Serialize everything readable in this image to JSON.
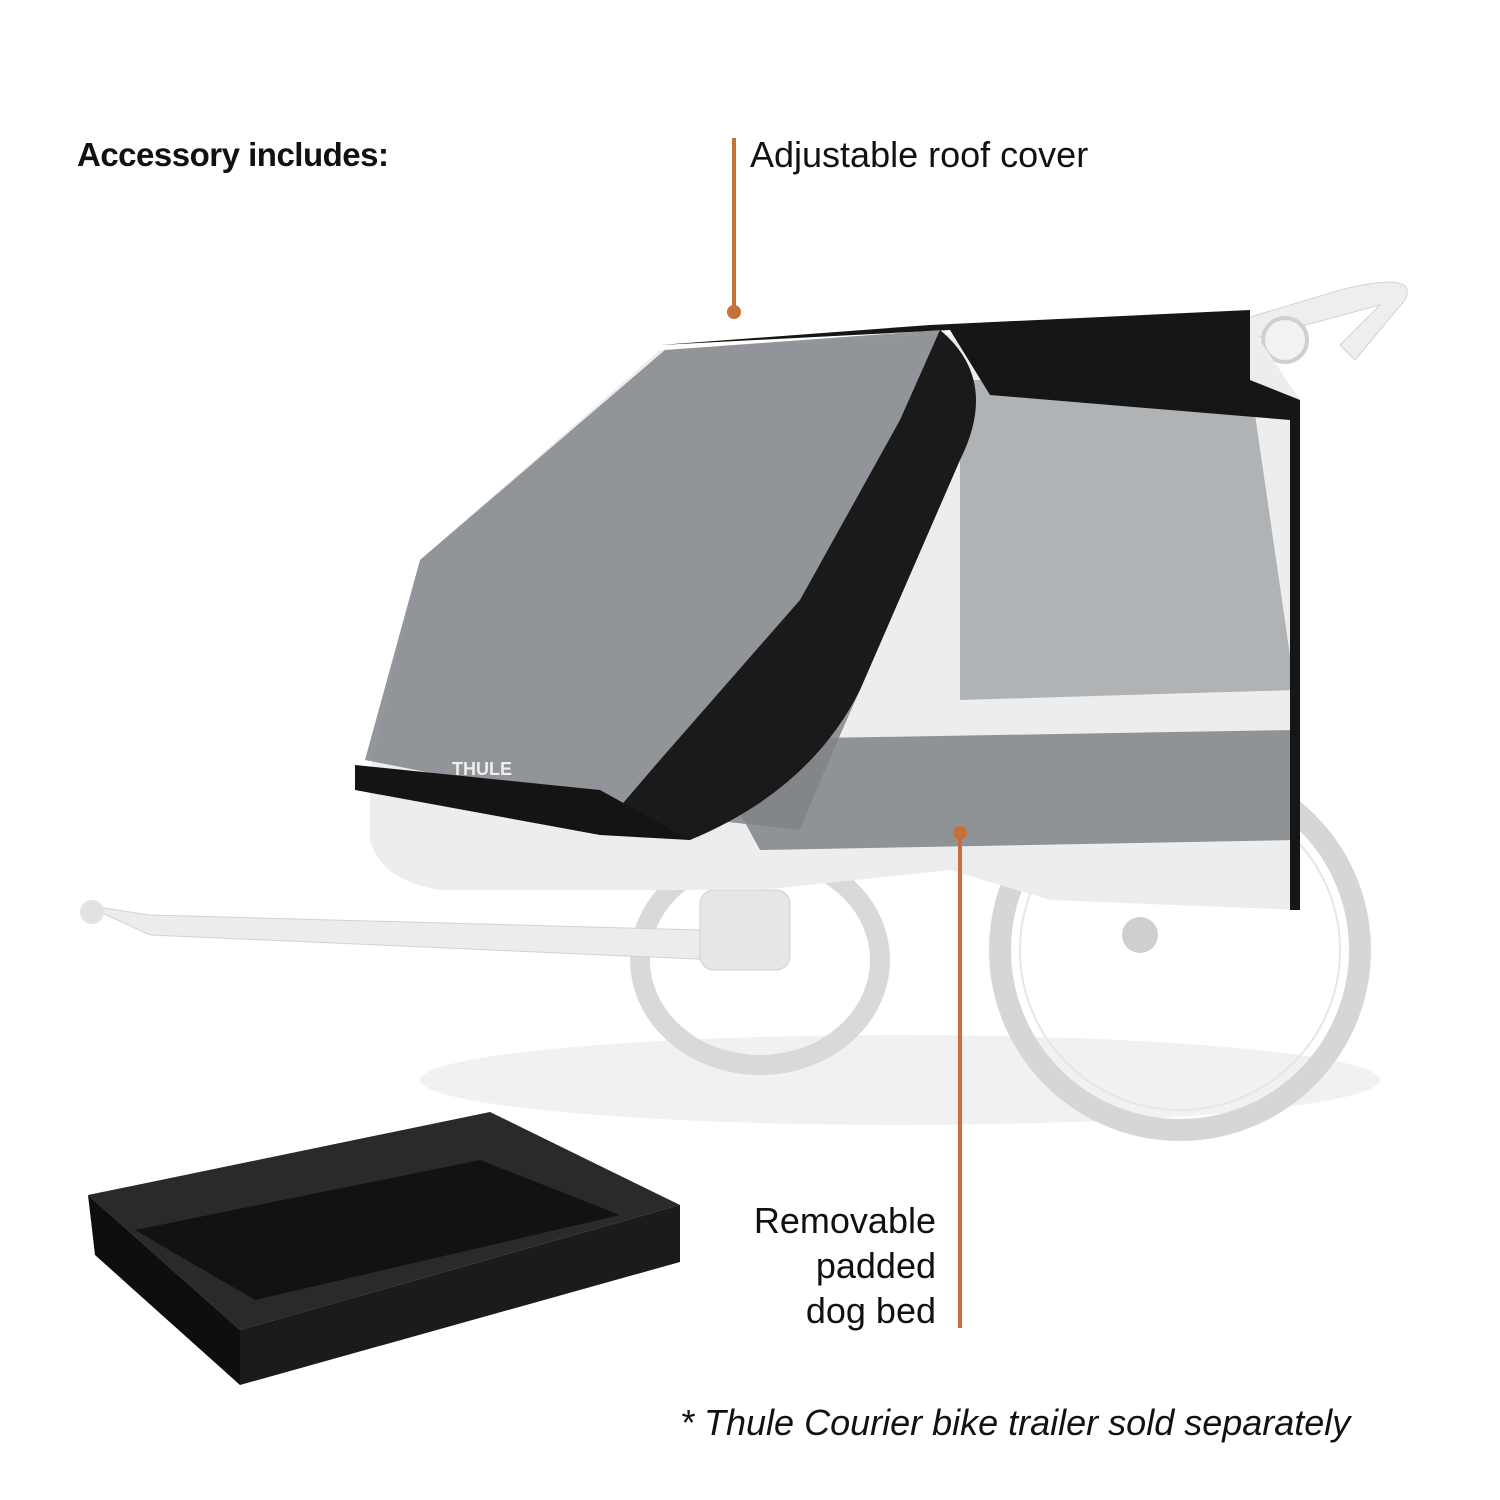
{
  "heading": "Accessory includes:",
  "callouts": {
    "roof": "Adjustable roof cover",
    "bed_line1": "Removable",
    "bed_line2": "padded",
    "bed_line3": "dog bed"
  },
  "disclaimer": "* Thule Courier bike trailer sold separately",
  "brand_logo_text": "THULE",
  "colors": {
    "accent": "#c8703a",
    "text": "#111111",
    "bed": "#1a1a1a"
  }
}
